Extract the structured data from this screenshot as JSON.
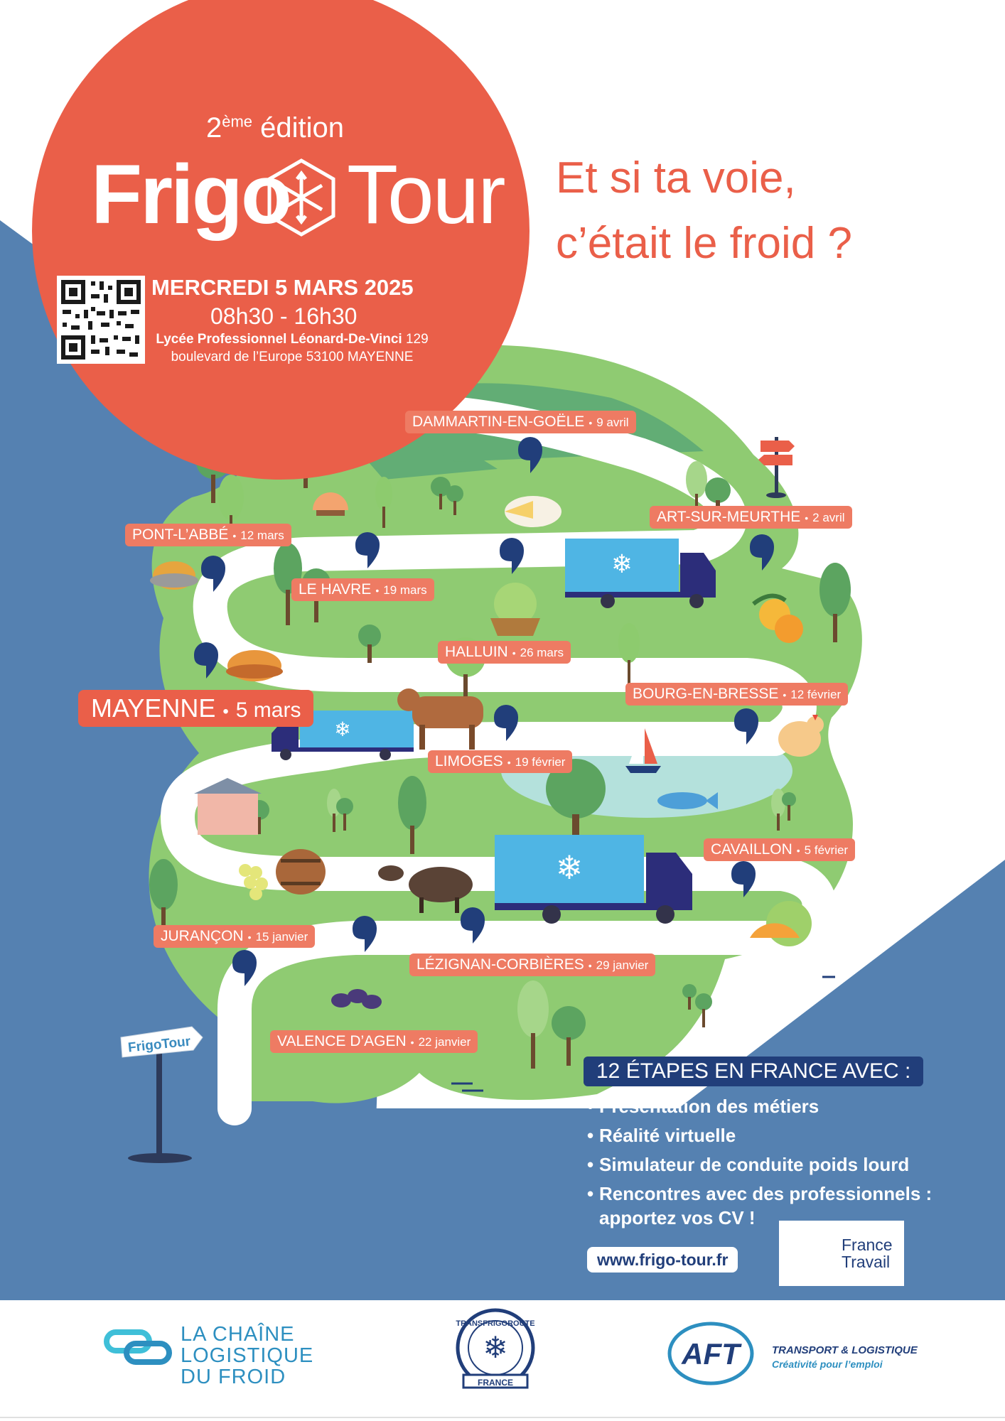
{
  "colors": {
    "coral": "#ea5f49",
    "coral_light": "#ee7b63",
    "navy": "#213e7a",
    "steel_blue": "#5581b1",
    "green": "#8fcb72",
    "dark_green": "#62ad75",
    "truck_blue": "#4fb5e4",
    "white": "#ffffff"
  },
  "header": {
    "edition_number": "2",
    "edition_suffix": "ème",
    "edition_word": "édition",
    "brand_part1": "Frigo",
    "brand_part2": "Tour",
    "date": "MERCREDI 5 MARS 2025",
    "hours": "08h30 - 16h30",
    "venue_name": "Lycée Professionnel Léonard-De-Vinci",
    "venue_address_1": "129",
    "venue_address_2": "boulevard de l’Europe 53100 MAYENNE"
  },
  "tagline": {
    "line1": "Et si ta voie,",
    "line2": "c’était le froid ?"
  },
  "stops": [
    {
      "city": "DAMMARTIN-EN-GOËLE",
      "date": "9 avril"
    },
    {
      "city": "ART-SUR-MEURTHE",
      "date": "2 avril"
    },
    {
      "city": "PONT-L’ABBÉ",
      "date": "12 mars"
    },
    {
      "city": "LE HAVRE",
      "date": "19 mars"
    },
    {
      "city": "HALLUIN",
      "date": "26 mars"
    },
    {
      "city": "MAYENNE",
      "date": "5 mars"
    },
    {
      "city": "BOURG-EN-BRESSE",
      "date": "12 février"
    },
    {
      "city": "LIMOGES",
      "date": "19 février"
    },
    {
      "city": "CAVAILLON",
      "date": "5 février"
    },
    {
      "city": "JURANÇON",
      "date": "15 janvier"
    },
    {
      "city": "LÉZIGNAN-CORBIÈRES",
      "date": "29 janvier"
    },
    {
      "city": "VALENCE D’AGEN",
      "date": "22 janvier"
    }
  ],
  "signpost": {
    "text": "FrigoTour"
  },
  "features": {
    "title": "12 ÉTAPES EN FRANCE AVEC :",
    "items": [
      "Présentation des métiers",
      "Réalité virtuelle",
      "Simulateur de conduite poids lourd",
      "Rencontres avec des professionnels :"
    ],
    "item4_line2": "apportez vos CV !"
  },
  "website": "www.frigo-tour.fr",
  "france_travail": {
    "line1": "France",
    "line2": "Travail"
  },
  "footer": {
    "lcl_line1": "LA CHAÎNE",
    "lcl_line2": "LOGISTIQUE",
    "lcl_line3": "DU FROID",
    "transfrigoroute_arc": "TRANSFRIGOROUTE",
    "transfrigoroute_country": "FRANCE",
    "aft_mark": "AFT",
    "aft_line1": "TRANSPORT & LOGISTIQUE",
    "aft_line2": "Créativité pour l’emploi"
  }
}
